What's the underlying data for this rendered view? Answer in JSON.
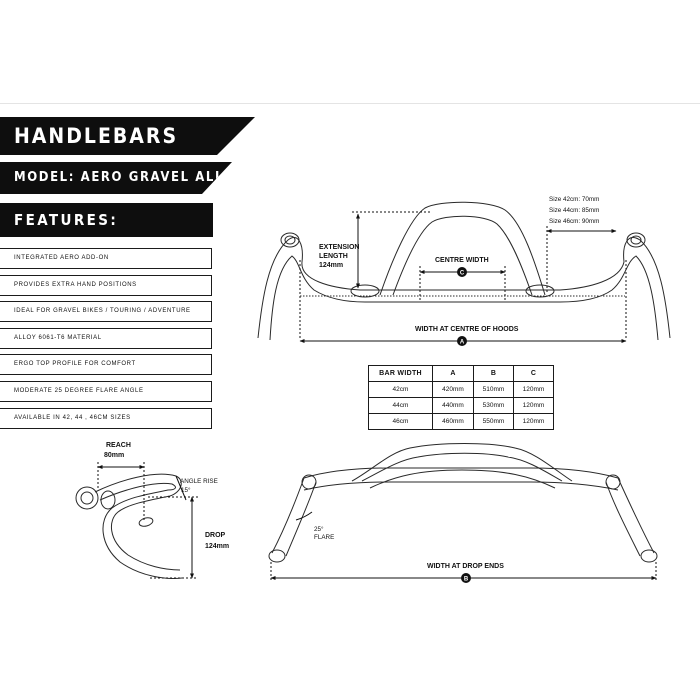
{
  "title": "HANDLEBARS",
  "model": "MODEL: AERO GRAVEL ALLOY",
  "features_heading": "FEATURES:",
  "features": [
    "Integrated aero add-on",
    "Provides extra hand positions",
    "Ideal for gravel bikes / touring / adventure",
    "Alloy 6061-T6 material",
    "Ergo top profile for comfort",
    "Moderate 25 degree flare angle",
    "Available in 42, 44 , 46cm sizes"
  ],
  "table": {
    "headers": [
      "BAR WIDTH",
      "A",
      "B",
      "C"
    ],
    "rows": [
      [
        "42cm",
        "420mm",
        "510mm",
        "120mm"
      ],
      [
        "44cm",
        "440mm",
        "530mm",
        "120mm"
      ],
      [
        "46cm",
        "460mm",
        "550mm",
        "120mm"
      ]
    ]
  },
  "diagram_top": {
    "extension_1": "EXTENSION",
    "extension_2": "LENGTH",
    "extension_3": "124mm",
    "centre_width": "CENTRE WIDTH",
    "marker_c": "C",
    "width_hoods": "WIDTH AT CENTRE OF HOODS",
    "marker_a": "A",
    "size_1": "Size 42cm: 70mm",
    "size_2": "Size 44cm: 85mm",
    "size_3": "Size 46cm: 90mm"
  },
  "diagram_side": {
    "reach_1": "REACH",
    "reach_2": "80mm",
    "angle_1": "ANGLE RISE",
    "angle_2": "15°",
    "drop_1": "DROP",
    "drop_2": "124mm"
  },
  "diagram_front": {
    "flare_1": "25°",
    "flare_2": "FLARE",
    "width_drop": "WIDTH AT DROP ENDS",
    "marker_b": "B"
  }
}
